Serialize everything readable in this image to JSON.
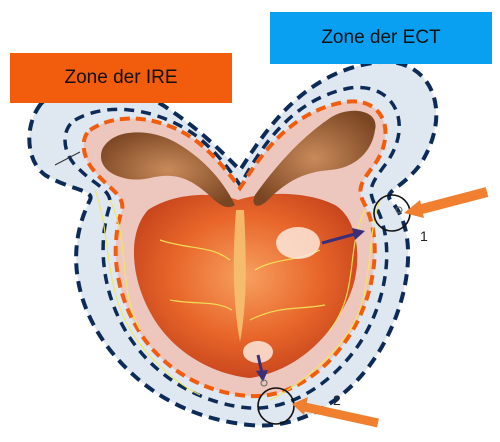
{
  "labels": {
    "ire_zone": "Zone der IRE",
    "ect_zone": "Zone der ECT",
    "marker_1": "1",
    "marker_2": "2"
  },
  "colors": {
    "ire_box": "#f25c0d",
    "ect_box": "#0aa0f2",
    "ect_outline": "#0d2b57",
    "ire_outline": "#f25c0d",
    "pointer_arrows": "#f08030",
    "vessels": "#f2e85a"
  }
}
